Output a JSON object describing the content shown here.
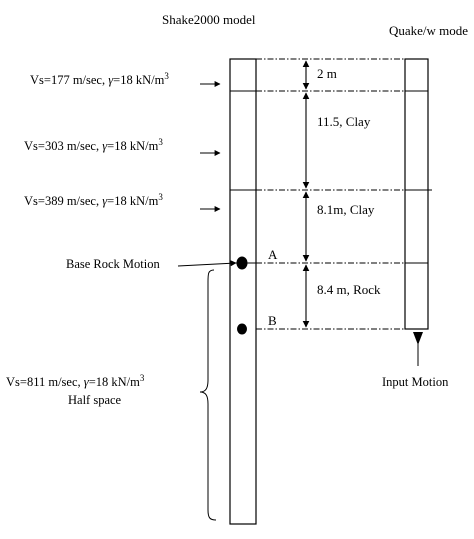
{
  "titles": {
    "shake_model": "Shake2000 model",
    "quake_model": "Quake/w mode"
  },
  "layers": [
    {
      "vs": "Vs=177 m/sec, ",
      "gamma_symbol": "γ",
      "gamma_value": "=18 kN/m",
      "exp": "3"
    },
    {
      "vs": "Vs=303 m/sec, ",
      "gamma_symbol": "γ",
      "gamma_value": "=18  kN/m",
      "exp": "3"
    },
    {
      "vs": "Vs=389 m/sec, ",
      "gamma_symbol": "γ",
      "gamma_value": "=18 kN/m",
      "exp": "3"
    }
  ],
  "thicknesses": [
    "2 m",
    "11.5, Clay",
    "8.1m, Clay",
    "8.4 m, Rock"
  ],
  "points": {
    "a": "A",
    "b": "B"
  },
  "base_rock_motion": "Base Rock Motion",
  "half_space": {
    "vs": "Vs=811 m/sec, ",
    "gamma_symbol": "γ",
    "gamma_value": "=18  kN/m",
    "exp": "3",
    "label": "Half space"
  },
  "input_motion": "Input Motion"
}
